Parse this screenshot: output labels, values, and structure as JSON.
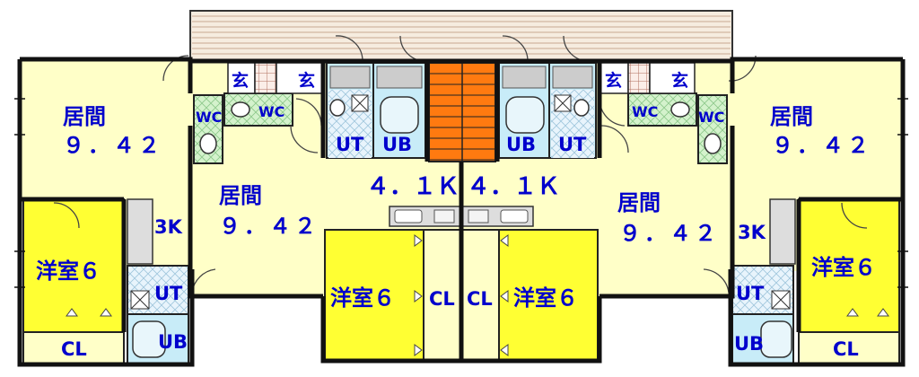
{
  "colors": {
    "living": "#ffffc8",
    "western": "#ffff33",
    "wet": "#c8ecf8",
    "toilet": "#c8f0c0",
    "stair": "#ff7a10",
    "wall": "#111111",
    "label": "#0000cc",
    "balcony": "#f4e8d8"
  },
  "labels": {
    "living": "居間",
    "living_size": "９．４２",
    "western": "洋室６",
    "closet": "CL",
    "kitchen_3k": "3K",
    "kitchen_41k": "４．１Ｋ",
    "ut": "UT",
    "ub": "UB",
    "wc": "WC",
    "genkan": "玄"
  }
}
